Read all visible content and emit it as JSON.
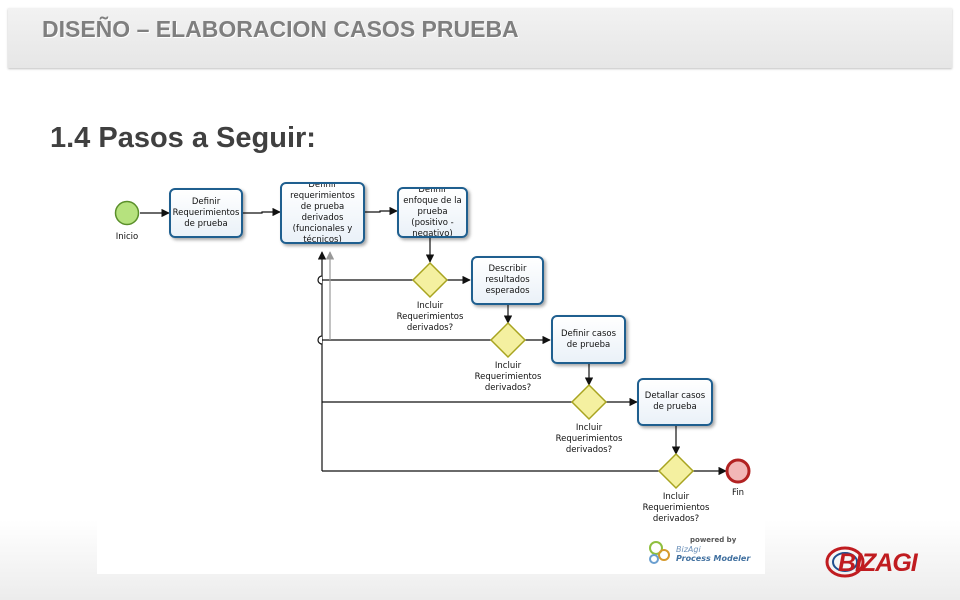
{
  "header": {
    "title": "DISEÑO – ELABORACION CASOS PRUEBA"
  },
  "section_title": "1.4 Pasos a Seguir:",
  "diagram": {
    "start_event": "Inicio",
    "end_event": "Fin",
    "tasks": [
      "Definir Requerimientos de prueba",
      "Definir requerimientos de prueba derivados (funcionales y técnicos)",
      "Definir enfoque de la prueba (positivo - negativo)",
      "Describir resultados esperados",
      "Definir casos de prueba",
      "Detallar casos de prueba"
    ],
    "gateways": [
      "Incluir Requerimientos derivados?",
      "Incluir Requerimientos derivados?",
      "Incluir Requerimientos derivados?",
      "Incluir Requerimientos derivados?"
    ],
    "colors": {
      "task_border": "#1f5f8f",
      "gateway_fill": "#f4f0a0",
      "gateway_border": "#a8a420",
      "start_fill": "#b6e27e",
      "end_fill": "#f2b7b7",
      "end_border": "#b22222"
    }
  },
  "branding": {
    "powered_by": "powered by",
    "bizagi_line1": "BizAgi",
    "bizagi_line2": "Process Modeler",
    "logo_text": "BIZAGI"
  }
}
